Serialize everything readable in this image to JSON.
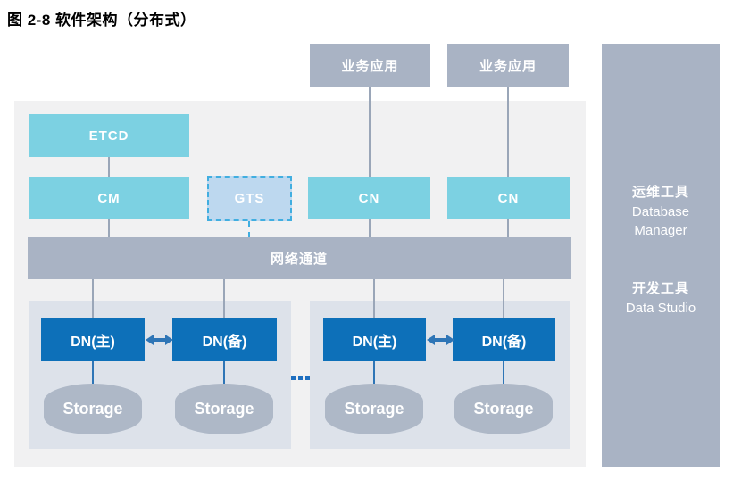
{
  "title": "图 2-8 软件架构（分布式）",
  "top_apps": [
    {
      "label": "业务应用"
    },
    {
      "label": "业务应用"
    }
  ],
  "cluster": {
    "etcd_label": "ETCD",
    "cm_label": "CM",
    "gts_label": "GTS",
    "cn_labels": [
      "CN",
      "CN"
    ],
    "network_channel_label": "网络通道",
    "ellipsis": "...",
    "shards": [
      {
        "dn_primary": "DN(主)",
        "dn_standby": "DN(备)",
        "storage_labels": [
          "Storage",
          "Storage"
        ]
      },
      {
        "dn_primary": "DN(主)",
        "dn_standby": "DN(备)",
        "storage_labels": [
          "Storage",
          "Storage"
        ]
      }
    ]
  },
  "sidebar": {
    "groups": [
      {
        "title": "运维工具",
        "subtitle_lines": [
          "Database",
          "Manager"
        ]
      },
      {
        "title": "开发工具",
        "subtitle_lines": [
          "Data Studio"
        ]
      }
    ]
  },
  "colors": {
    "cyan": "#7cd1e2",
    "gray_blue": "#a9b3c4",
    "dark_blue": "#0d70b9",
    "gts_fill": "#bdd8ef",
    "gts_border": "#41aee0",
    "panel_bg": "#f1f1f2",
    "shard_bg": "#dde2ea",
    "storage_fill": "#aeb8c7",
    "connector_gray": "#9aa6b8",
    "connector_blue": "#2e75b6"
  }
}
